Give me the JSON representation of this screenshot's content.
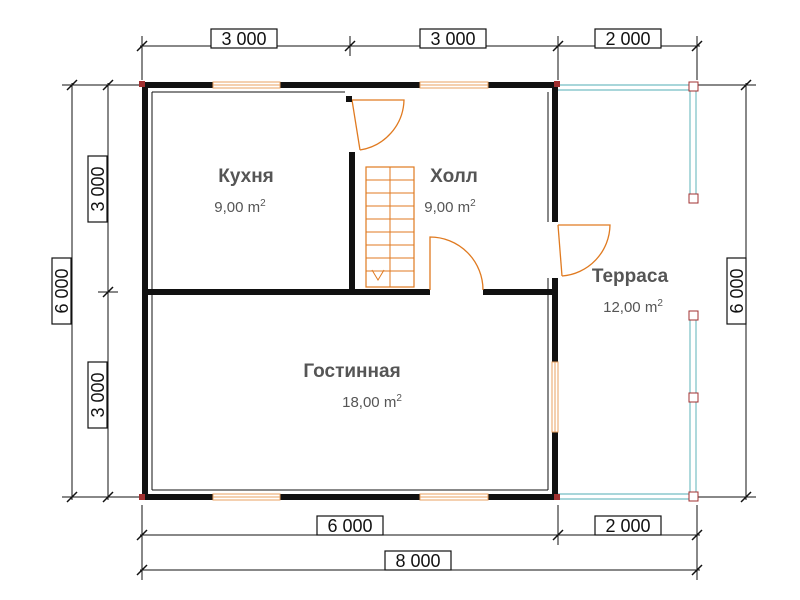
{
  "dimensions": {
    "top": [
      "3 000",
      "3 000",
      "2 000"
    ],
    "bottom_inner": [
      "6 000",
      "2 000"
    ],
    "bottom_total": "8 000",
    "left_inner": [
      "3 000",
      "3 000"
    ],
    "left_total": "6 000",
    "right_total": "6 000"
  },
  "rooms": [
    {
      "name": "Кухня",
      "area": "9,00 m",
      "unit_exp": "2"
    },
    {
      "name": "Холл",
      "area": "9,00 m",
      "unit_exp": "2"
    },
    {
      "name": "Терраса",
      "area": "12,00 m",
      "unit_exp": "2"
    },
    {
      "name": "Гостинная",
      "area": "18,00 m",
      "unit_exp": "2"
    }
  ],
  "colors": {
    "wall": "#111111",
    "window": "#e8a060",
    "door": "#e07a20",
    "railing": "#8cc9cd",
    "post": "#a03030"
  }
}
